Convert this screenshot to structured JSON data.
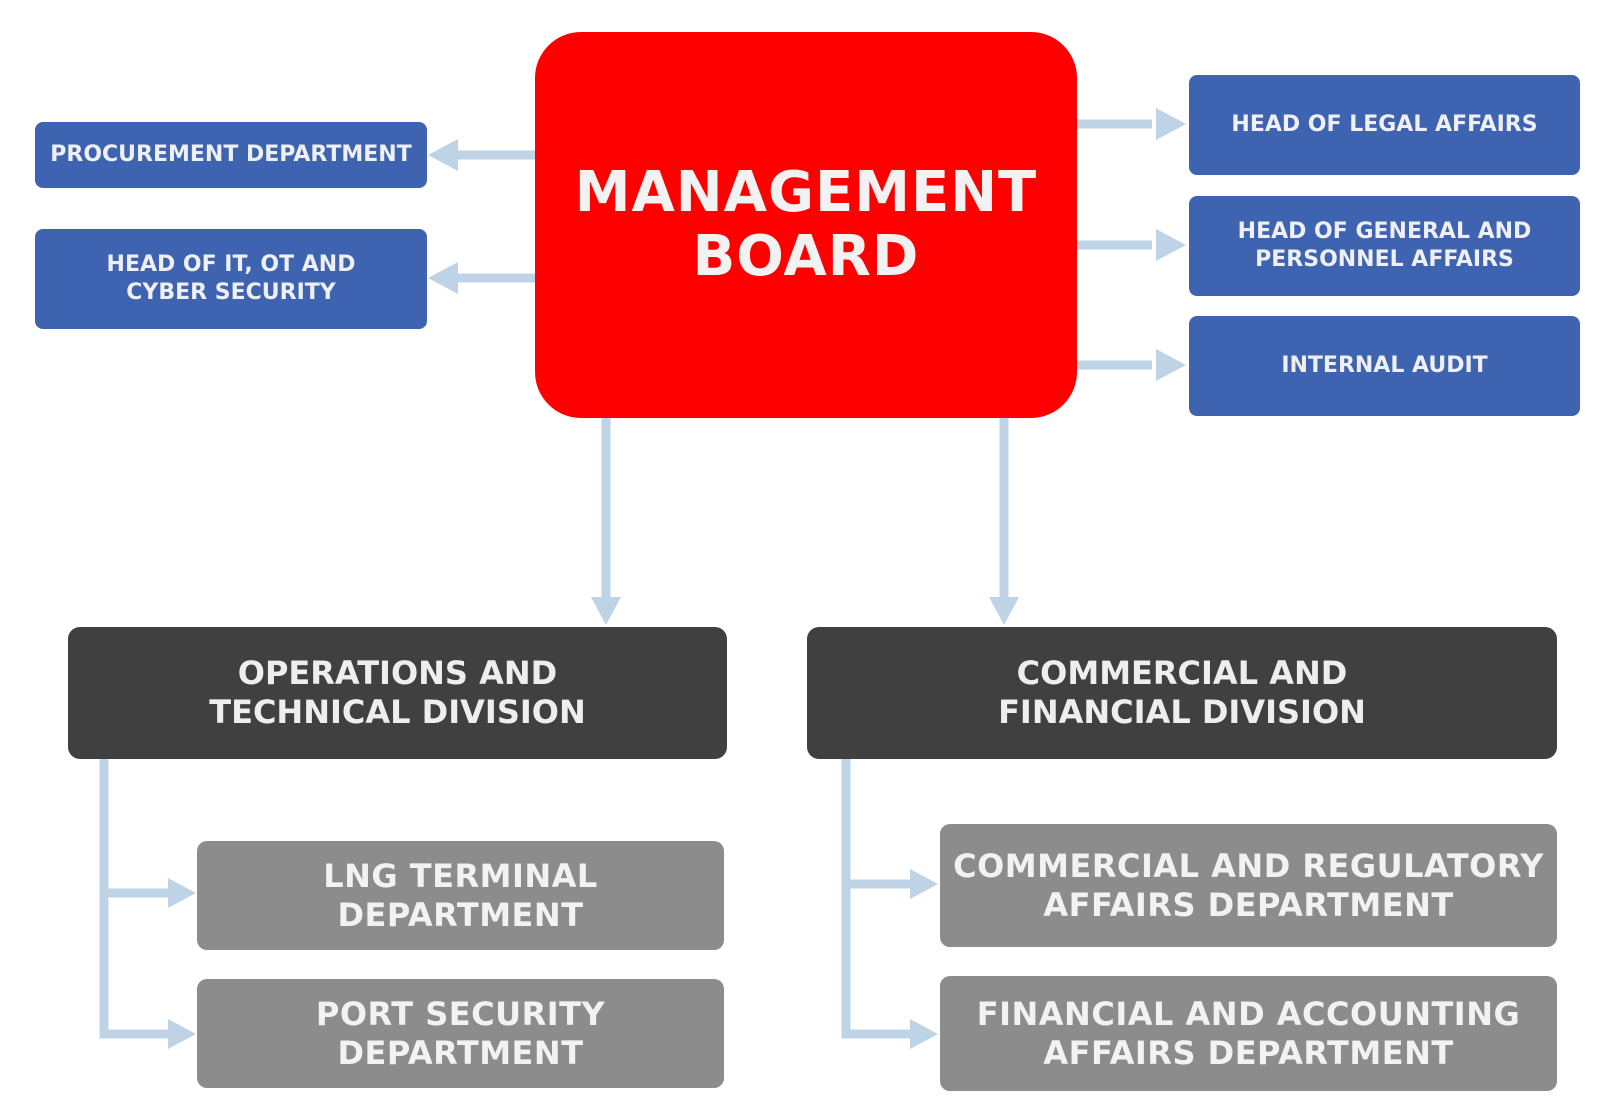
{
  "colors": {
    "board": "#fe0000",
    "staff_box": "#3e63b0",
    "division_box": "#404040",
    "department_box": "#8c8c8c",
    "connector": "#bed3e6"
  },
  "management_board": {
    "label": "MANAGEMENT\nBOARD"
  },
  "left_units": [
    {
      "label": "PROCUREMENT DEPARTMENT"
    },
    {
      "label": "HEAD OF IT, OT AND\nCYBER SECURITY"
    }
  ],
  "right_units": [
    {
      "label": "HEAD OF LEGAL AFFAIRS"
    },
    {
      "label": "HEAD OF GENERAL AND\nPERSONNEL AFFAIRS"
    },
    {
      "label": "INTERNAL AUDIT"
    }
  ],
  "divisions": [
    {
      "label": "OPERATIONS AND\nTECHNICAL DIVISION",
      "departments": [
        {
          "label": "LNG TERMINAL\nDEPARTMENT"
        },
        {
          "label": "PORT SECURITY\nDEPARTMENT"
        }
      ]
    },
    {
      "label": "COMMERCIAL AND\nFINANCIAL DIVISION",
      "departments": [
        {
          "label": "COMMERCIAL AND REGULATORY\nAFFAIRS DEPARTMENT"
        },
        {
          "label": "FINANCIAL AND ACCOUNTING\nAFFAIRS DEPARTMENT"
        }
      ]
    }
  ]
}
